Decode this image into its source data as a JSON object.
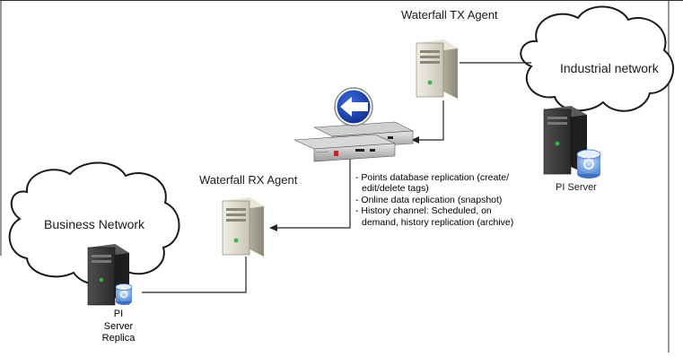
{
  "labels": {
    "tx_agent": "Waterfall TX Agent",
    "rx_agent": "Waterfall RX Agent",
    "industrial_network": "Industrial network",
    "business_network": "Business Network",
    "pi_server": "PI Server",
    "replica_line1": "PI",
    "replica_line2": "Server",
    "replica_line3": "Replica"
  },
  "notes": [
    "- Points database replication (create/",
    "edit/delete tags)",
    "- Online data replication (snapshot)",
    "- History channel: Scheduled, on",
    "demand, history replication (archive)"
  ],
  "colors": {
    "sign_blue": "#1d46b8",
    "server_body": "#d9d6c9",
    "line": "#222222"
  },
  "icons": {
    "sign": "left-arrow-sign-icon",
    "unidirectional_gateway": "rack-appliance-icon",
    "server": "tower-server-icon",
    "database": "database-icon"
  }
}
